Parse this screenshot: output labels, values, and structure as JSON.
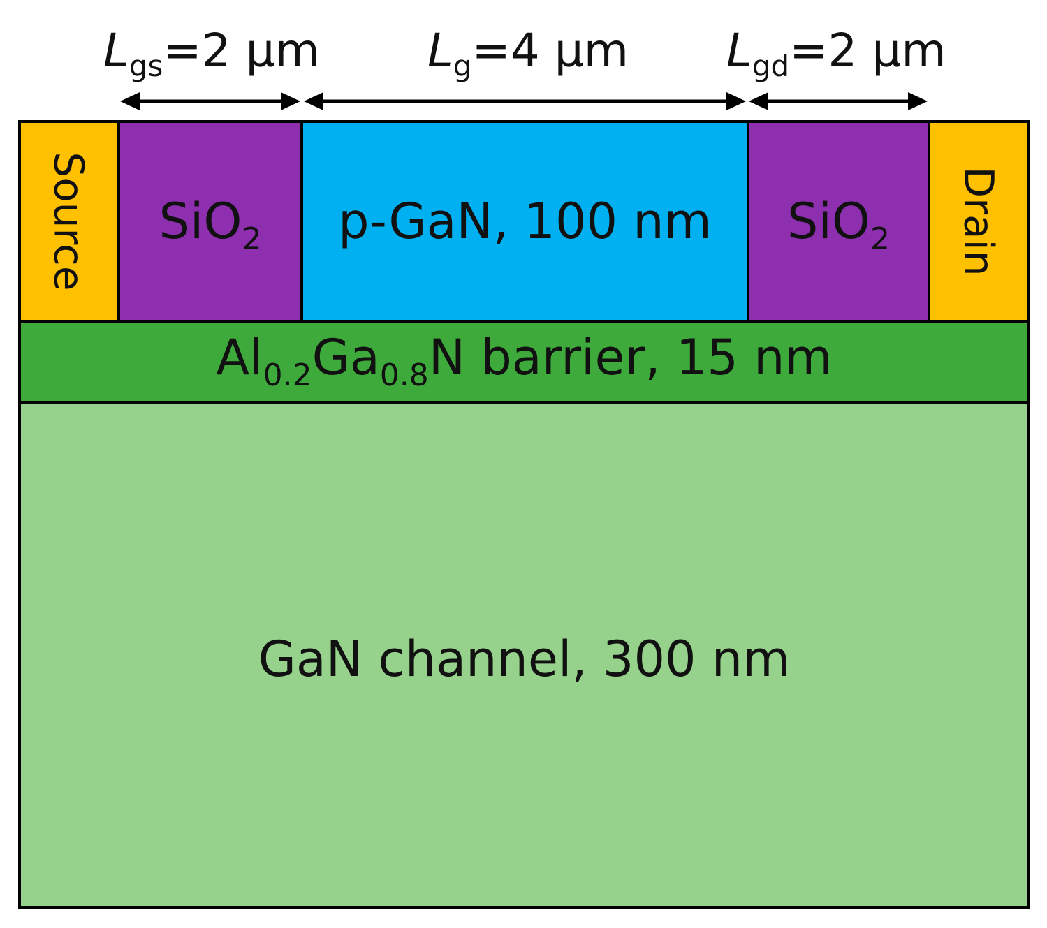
{
  "dimensions": {
    "lgs": {
      "symbol": "L",
      "sub": "gs",
      "value": "=2 µm"
    },
    "lg": {
      "symbol": "L",
      "sub": "g",
      "value": "=4 µm"
    },
    "lgd": {
      "symbol": "L",
      "sub": "gd",
      "value": "=2 µm"
    }
  },
  "layers": {
    "source": "Source",
    "sio2_left": {
      "base": "SiO",
      "sub": "2"
    },
    "pgan": "p-GaN, 100 nm",
    "sio2_right": {
      "base": "SiO",
      "sub": "2"
    },
    "drain": "Drain",
    "barrier": {
      "p1": "Al",
      "s1": "0.2",
      "p2": "Ga",
      "s2": "0.8",
      "p3": "N barrier, 15 nm"
    },
    "channel": "GaN channel, 300 nm"
  },
  "colors": {
    "contact": "#FFC000",
    "sio2": "#8E2FB0",
    "pgan": "#00B0F0",
    "barrier": "#3EAA3B",
    "channel": "#97D28C",
    "outline": "#000000"
  }
}
